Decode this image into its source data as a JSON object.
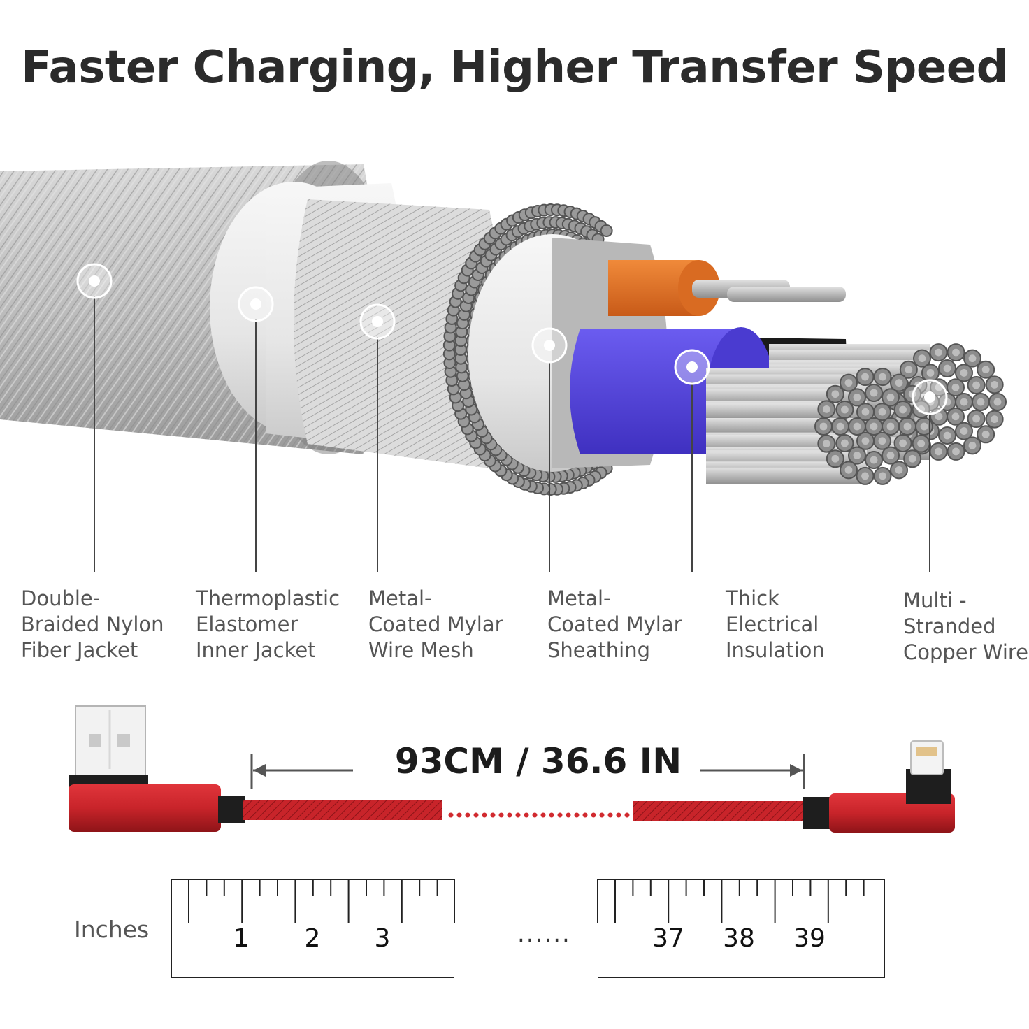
{
  "title": "Faster Charging, Higher Transfer Speed",
  "layers": [
    {
      "id": "jacket",
      "lines": [
        "Double-",
        "Braided Nylon",
        "Fiber Jacket"
      ]
    },
    {
      "id": "inner",
      "lines": [
        "Thermoplastic",
        "Elastomer",
        "Inner Jacket"
      ]
    },
    {
      "id": "mesh",
      "lines": [
        "Metal-",
        "Coated Mylar",
        "Wire Mesh"
      ]
    },
    {
      "id": "sheath",
      "lines": [
        "Metal-",
        "Coated Mylar",
        "Sheathing"
      ]
    },
    {
      "id": "insulation",
      "lines": [
        "Thick",
        "Electrical",
        "Insulation"
      ]
    },
    {
      "id": "copper",
      "lines": [
        "Multi -",
        "Stranded",
        "Copper Wire"
      ]
    }
  ],
  "cable_length": "93CM / 36.6 IN",
  "ruler": {
    "unit_label": "Inches",
    "left_numbers": [
      "1",
      "2",
      "3"
    ],
    "ellipsis": "......",
    "right_numbers": [
      "37",
      "38",
      "39"
    ]
  },
  "colors": {
    "cable_red": "#c8242a",
    "connector_black": "#1e1e1e",
    "braid_gray": "#b9b9b9",
    "insulation_blue": "#5a49e0",
    "insulation_orange": "#e8782a"
  }
}
